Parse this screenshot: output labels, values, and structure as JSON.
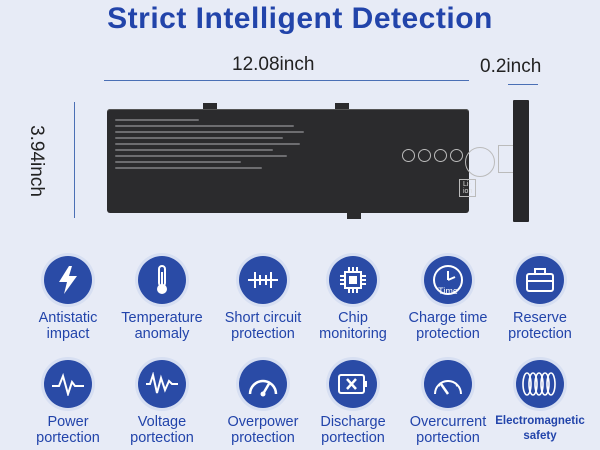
{
  "title": "Strict Intelligent Detection",
  "dimensions": {
    "width": "12.08inch",
    "thickness": "0.2inch",
    "height": "3.94inch"
  },
  "battery_markings": {
    "chemistry": "Li-ion"
  },
  "features": [
    {
      "line1": "Antistatic",
      "line2": "impact",
      "icon": "lightning-icon"
    },
    {
      "line1": "Temperature",
      "line2": "anomaly",
      "icon": "thermometer-icon"
    },
    {
      "line1": "Short circuit",
      "line2": "protection",
      "icon": "short-circuit-icon"
    },
    {
      "line1": "Chip",
      "line2": "monitoring",
      "icon": "chip-icon"
    },
    {
      "line1": "Charge time",
      "line2": "protection",
      "icon": "clock-icon",
      "icon_text": "Time"
    },
    {
      "line1": "Reserve",
      "line2": "protection",
      "icon": "briefcase-icon"
    },
    {
      "line1": "Power",
      "line2": "portection",
      "icon": "pulse-icon"
    },
    {
      "line1": "Voltage",
      "line2": "portection",
      "icon": "waveform-icon"
    },
    {
      "line1": "Overpower",
      "line2": "protection",
      "icon": "gauge-icon"
    },
    {
      "line1": "Discharge",
      "line2": "portection",
      "icon": "battery-x-icon"
    },
    {
      "line1": "Overcurrent",
      "line2": "portection",
      "icon": "speedometer-icon"
    },
    {
      "line1": "Electromagnetic",
      "line2": "safety",
      "icon": "coil-icon"
    }
  ],
  "colors": {
    "accent": "#2244aa",
    "icon_fill": "#2a4ba6",
    "background": "#e7ebf6"
  }
}
